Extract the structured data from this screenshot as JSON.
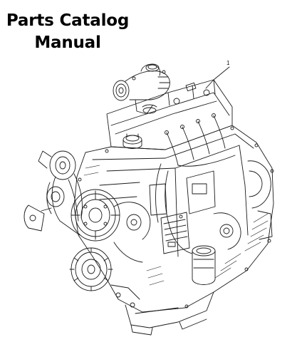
{
  "document": {
    "title_line1": "Parts Catalog",
    "title_line2": "Manual",
    "callout_label": "1"
  },
  "illustration": {
    "subject-icon": "engine-assembly-line-drawing-icon",
    "line_color": "#1a1a1a",
    "background_color": "#ffffff"
  }
}
